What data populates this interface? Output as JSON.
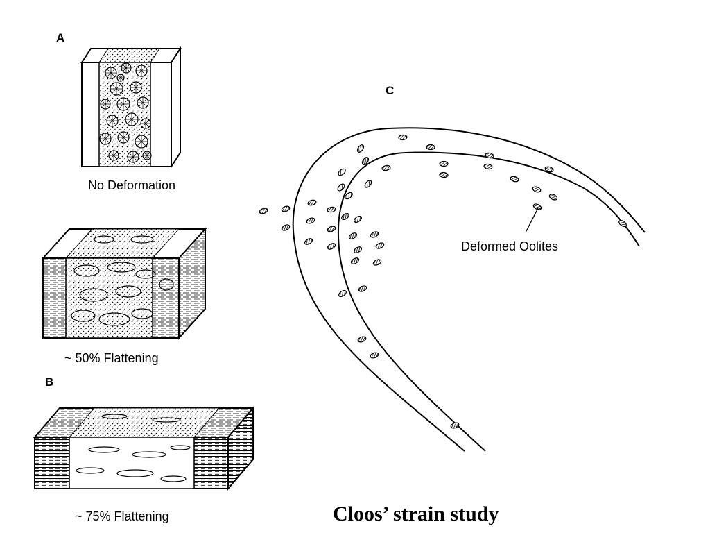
{
  "panels": {
    "a": {
      "letter": "A",
      "caption": "No Deformation"
    },
    "mid": {
      "caption": "~ 50% Flattening"
    },
    "b": {
      "letter": "B",
      "caption": "~ 75% Flattening"
    },
    "c": {
      "letter": "C",
      "callout": "Deformed Oolites"
    }
  },
  "title": "Cloos’ strain study"
}
